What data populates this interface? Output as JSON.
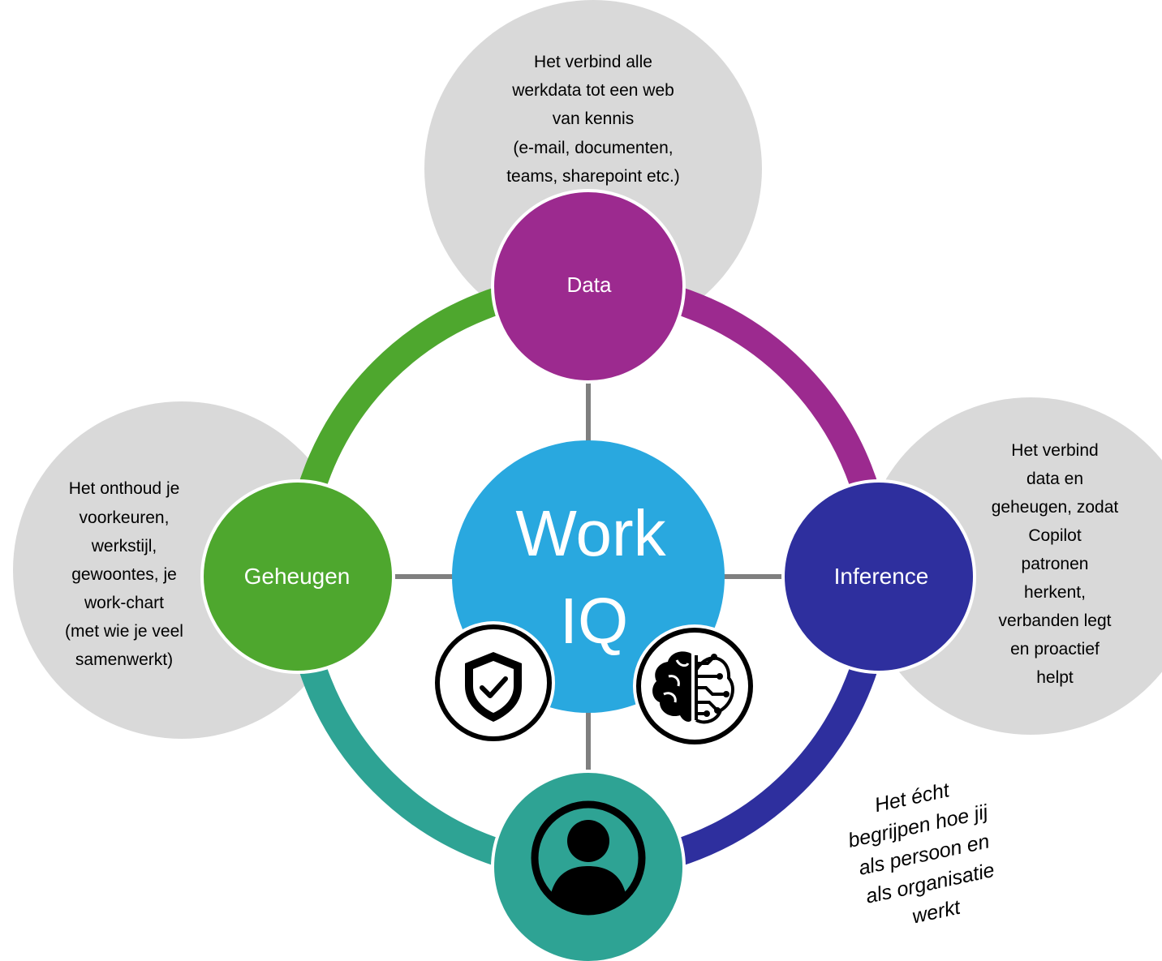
{
  "center": {
    "lines": [
      "Work",
      "IQ"
    ],
    "color": "#29a8df"
  },
  "nodes": {
    "data": {
      "label": "Data",
      "color": "#9c2a8f"
    },
    "inference": {
      "label": "Inference",
      "color": "#2e2f9e"
    },
    "geheugen": {
      "label": "Geheugen",
      "color": "#4ea72e"
    },
    "person": {
      "icon": "person-icon",
      "color": "#2ea394"
    }
  },
  "bubbles": {
    "data": {
      "lines": [
        "Het verbind alle",
        "werkdata tot een web",
        "van kennis",
        "(e-mail, documenten,",
        "teams, sharepoint etc.)"
      ]
    },
    "inference": {
      "lines": [
        "Het verbind",
        "data en",
        "geheugen, zodat",
        "Copilot",
        "patronen",
        "herkent,",
        "verbanden legt",
        "en proactief",
        "helpt"
      ]
    },
    "geheugen": {
      "lines": [
        "Het onthoud je",
        "voorkeuren,",
        "werkstijl,",
        "gewoontes, je",
        "work-chart",
        "(met wie je veel",
        "samenwerkt)"
      ]
    }
  },
  "icons": {
    "security": "shield-check-icon",
    "ai": "brain-circuit-icon",
    "person": "person-icon"
  },
  "annotation": {
    "lines": [
      "Het écht",
      "begrijpen hoe jij",
      "als persoon en",
      "als organisatie",
      "werkt"
    ]
  },
  "colors": {
    "bubble": "#d9d9d9",
    "connector": "#7f7f7f",
    "ring_green": "#4ea72e",
    "ring_purple": "#9c2a8f",
    "ring_navy": "#2e2f9e",
    "ring_teal": "#2ea394"
  }
}
